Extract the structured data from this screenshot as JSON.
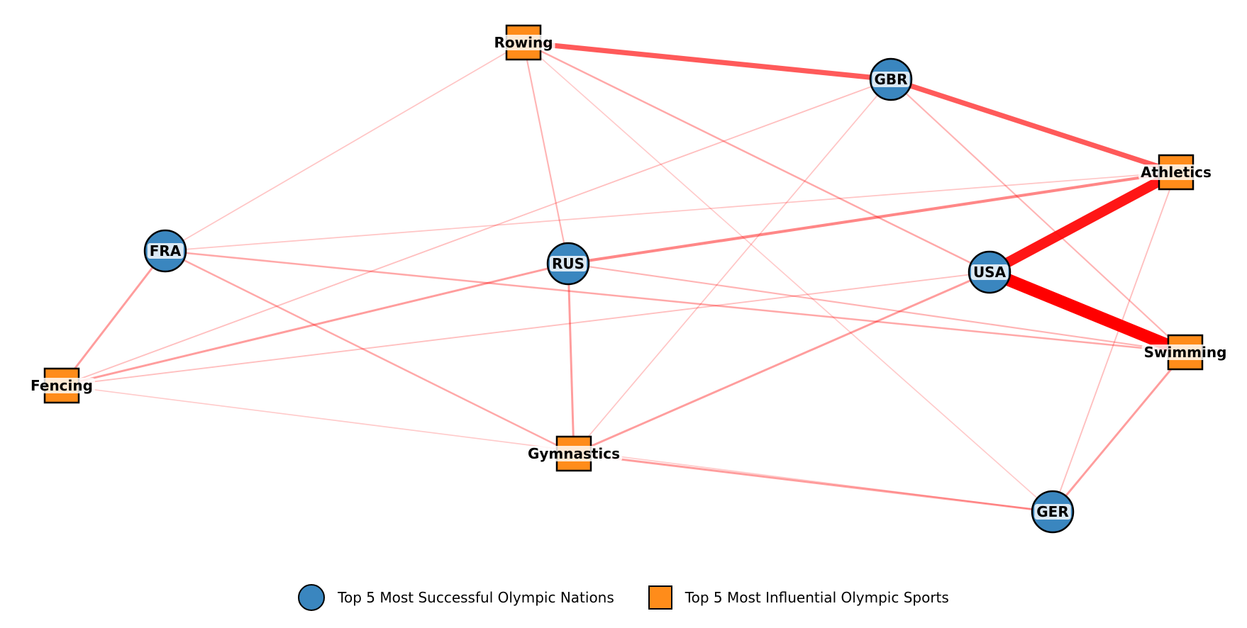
{
  "colors": {
    "nation": "#3a86bf",
    "sport": "#ff8c1a",
    "edge": "#ff0000",
    "label_bg": "#ffffff"
  },
  "nodes": [
    {
      "id": "Rowing",
      "label": "Rowing",
      "kind": "sport"
    },
    {
      "id": "GBR",
      "label": "GBR",
      "kind": "nation"
    },
    {
      "id": "Athletics",
      "label": "Athletics",
      "kind": "sport"
    },
    {
      "id": "FRA",
      "label": "FRA",
      "kind": "nation"
    },
    {
      "id": "RUS",
      "label": "RUS",
      "kind": "nation"
    },
    {
      "id": "USA",
      "label": "USA",
      "kind": "nation"
    },
    {
      "id": "Swimming",
      "label": "Swimming",
      "kind": "sport"
    },
    {
      "id": "Fencing",
      "label": "Fencing",
      "kind": "sport"
    },
    {
      "id": "Gymnastics",
      "label": "Gymnastics",
      "kind": "sport"
    },
    {
      "id": "GER",
      "label": "GER",
      "kind": "nation"
    }
  ],
  "edges": [
    {
      "source": "USA",
      "target": "Swimming",
      "weight": 1.0
    },
    {
      "source": "USA",
      "target": "Athletics",
      "weight": 0.9
    },
    {
      "source": "GBR",
      "target": "Rowing",
      "weight": 0.6
    },
    {
      "source": "GBR",
      "target": "Athletics",
      "weight": 0.6
    },
    {
      "source": "RUS",
      "target": "Athletics",
      "weight": 0.4
    },
    {
      "source": "RUS",
      "target": "Fencing",
      "weight": 0.3
    },
    {
      "source": "RUS",
      "target": "Gymnastics",
      "weight": 0.3
    },
    {
      "source": "USA",
      "target": "Gymnastics",
      "weight": 0.3
    },
    {
      "source": "GER",
      "target": "Gymnastics",
      "weight": 0.3
    },
    {
      "source": "GER",
      "target": "Swimming",
      "weight": 0.3
    },
    {
      "source": "FRA",
      "target": "Fencing",
      "weight": 0.3
    },
    {
      "source": "FRA",
      "target": "Gymnastics",
      "weight": 0.25
    },
    {
      "source": "FRA",
      "target": "Swimming",
      "weight": 0.25
    },
    {
      "source": "USA",
      "target": "Rowing",
      "weight": 0.25
    },
    {
      "source": "RUS",
      "target": "Rowing",
      "weight": 0.2
    },
    {
      "source": "RUS",
      "target": "Swimming",
      "weight": 0.2
    },
    {
      "source": "GBR",
      "target": "Swimming",
      "weight": 0.2
    },
    {
      "source": "GBR",
      "target": "Fencing",
      "weight": 0.15
    },
    {
      "source": "USA",
      "target": "Fencing",
      "weight": 0.15
    },
    {
      "source": "FRA",
      "target": "Rowing",
      "weight": 0.12
    },
    {
      "source": "FRA",
      "target": "Athletics",
      "weight": 0.12
    },
    {
      "source": "GBR",
      "target": "Gymnastics",
      "weight": 0.12
    },
    {
      "source": "GER",
      "target": "Athletics",
      "weight": 0.15
    },
    {
      "source": "GER",
      "target": "Rowing",
      "weight": 0.1
    },
    {
      "source": "GER",
      "target": "Fencing",
      "weight": 0.1
    }
  ],
  "legend": {
    "nation_label": "Top 5 Most Successful Olympic Nations",
    "sport_label": "Top 5 Most Influential Olympic Sports"
  }
}
